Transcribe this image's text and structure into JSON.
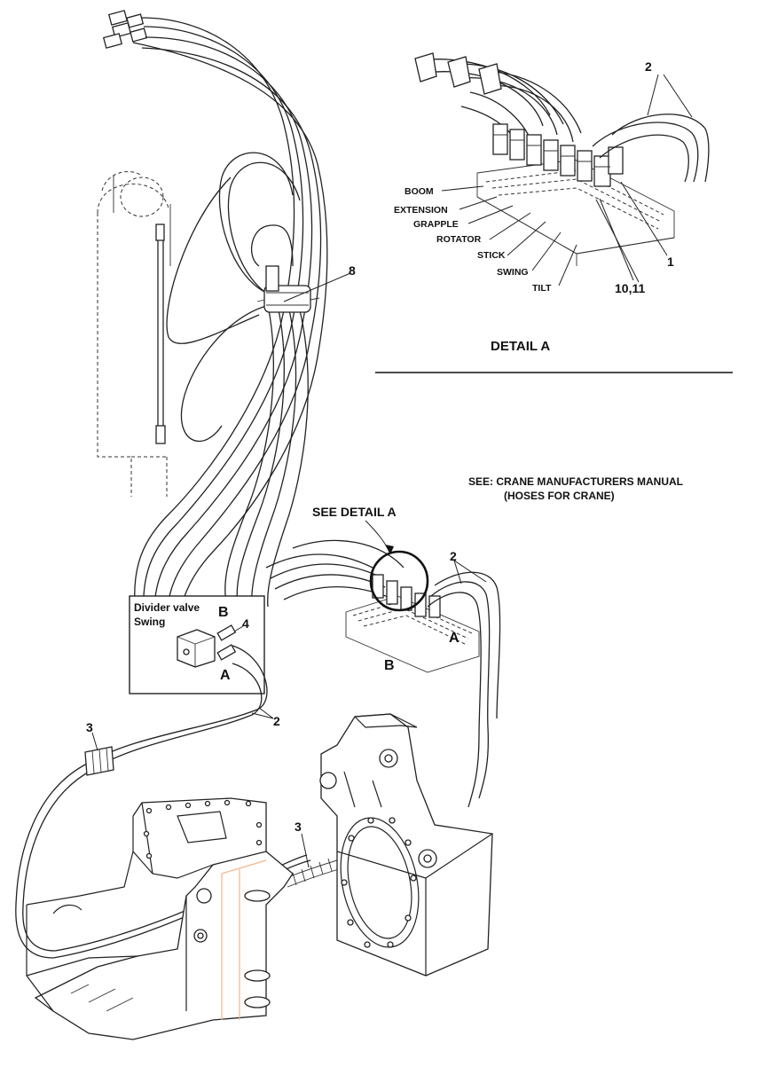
{
  "detail_a": {
    "title": "DETAIL A",
    "valve_labels": [
      "BOOM",
      "EXTENSION",
      "GRAPPLE",
      "ROTATOR",
      "STICK",
      "SWING",
      "TILT"
    ],
    "callout_2": "2",
    "callout_1": "1",
    "callout_10_11": "10,11"
  },
  "note": {
    "line1": "SEE: CRANE MANUFACTURERS MANUAL",
    "line2": "(HOSES FOR CRANE)"
  },
  "see_detail": "SEE DETAIL A",
  "clamp_callout": "8",
  "divider_box": {
    "title_line1": "Divider valve",
    "title_line2": "Swing",
    "port_b": "B",
    "port_a": "A",
    "callout": "4"
  },
  "valve_ports": {
    "a": "A",
    "b": "B"
  },
  "callouts": {
    "hose_right": "2",
    "hose_lower": "2",
    "sleeve_upper": "3",
    "sleeve_lower": "3"
  }
}
